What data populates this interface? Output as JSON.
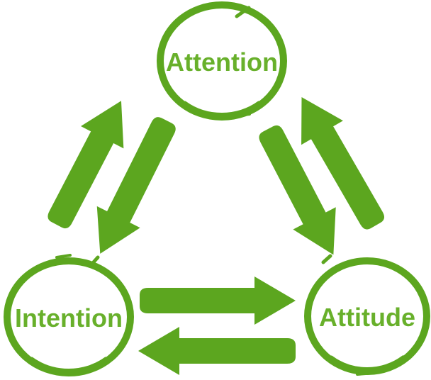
{
  "diagram": {
    "type": "cycle",
    "background": "#ffffff",
    "accent_color": "#5ca61f",
    "label_color": "#68b02b",
    "nodes": [
      {
        "id": "attention",
        "label": "Attention",
        "position": "top"
      },
      {
        "id": "intention",
        "label": "Intention",
        "position": "bottom-left"
      },
      {
        "id": "attitude",
        "label": "Attitude",
        "position": "bottom-right"
      }
    ],
    "edges": [
      {
        "from": "intention",
        "to": "attention",
        "bidirectional": true,
        "style": "double-block-arrow"
      },
      {
        "from": "attention",
        "to": "attitude",
        "bidirectional": true,
        "style": "double-block-arrow"
      },
      {
        "from": "attitude",
        "to": "intention",
        "bidirectional": true,
        "style": "double-block-arrow"
      }
    ]
  }
}
